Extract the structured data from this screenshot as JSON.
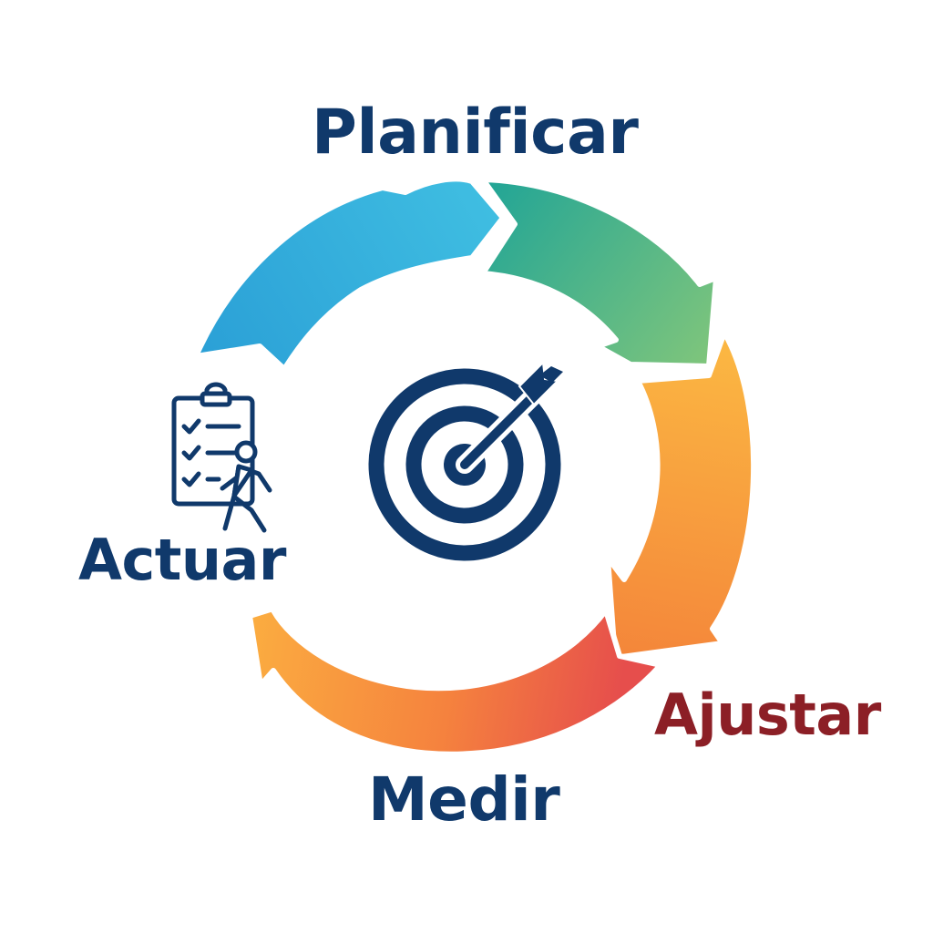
{
  "diagram": {
    "stages": [
      {
        "key": "planificar",
        "label": "Planificar",
        "color": "#10396b"
      },
      {
        "key": "ajustar",
        "label": "Ajustar",
        "color": "#8c1f26"
      },
      {
        "key": "medir",
        "label": "Medir",
        "color": "#10396b"
      },
      {
        "key": "actuar",
        "label": "Actuar",
        "color": "#10396b"
      }
    ],
    "center_icon": "target-with-arrow-icon",
    "side_icon": "checklist-with-walking-person-icon",
    "colors": {
      "navy": "#10396b",
      "blue": "#2aa4dc",
      "teal": "#2aab95",
      "green": "#7cc57c",
      "amber": "#fbb442",
      "orange": "#f58a3c",
      "red": "#e8524a"
    }
  }
}
